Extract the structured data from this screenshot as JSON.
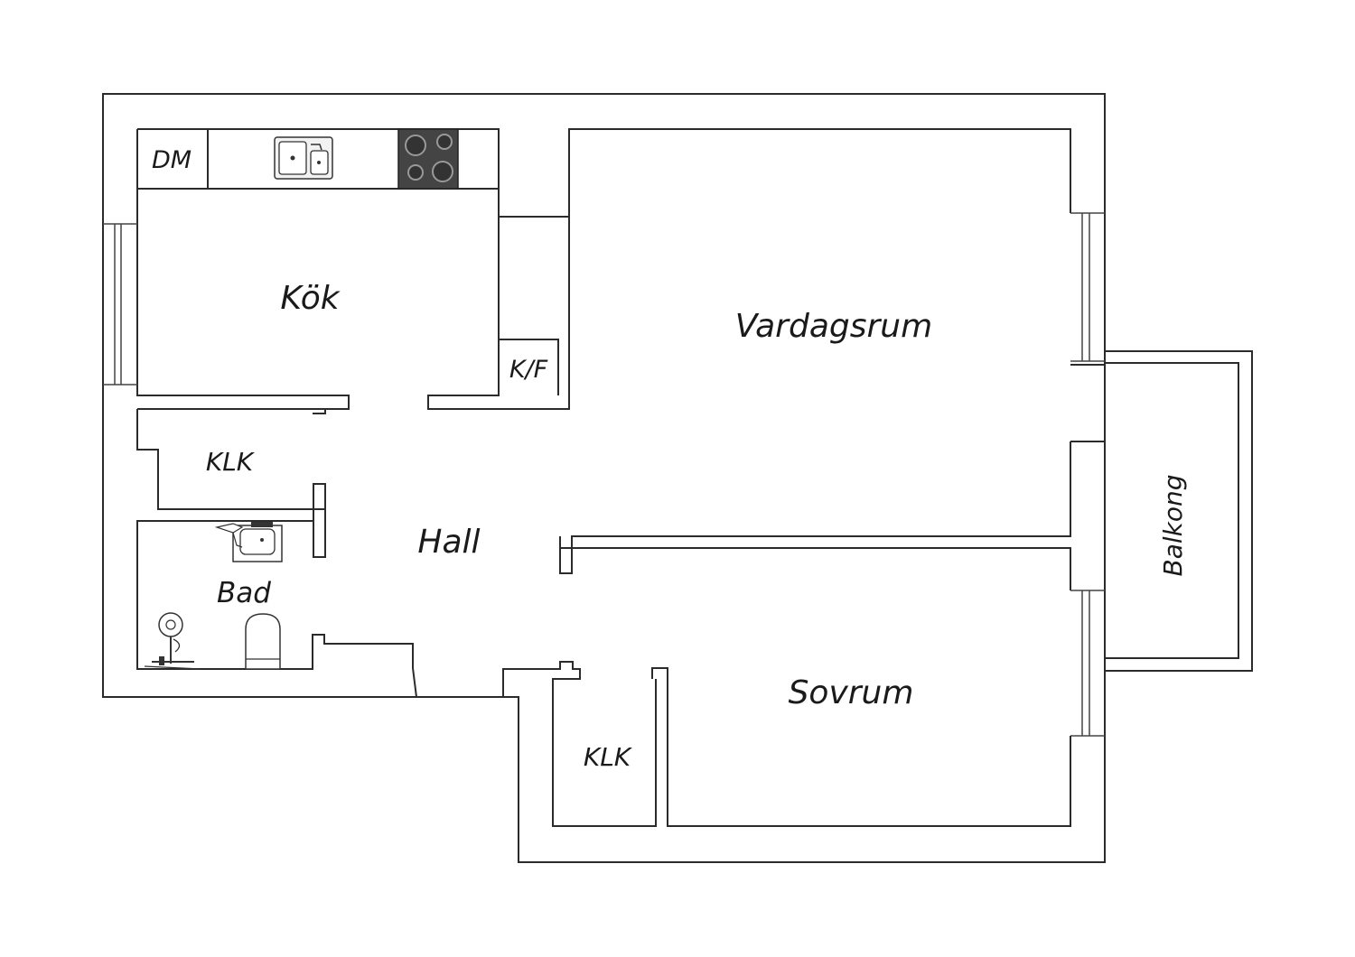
{
  "floorplan": {
    "rooms": {
      "kitchen": "Kök",
      "living_room": "Vardagsrum",
      "hall": "Hall",
      "bathroom": "Bad",
      "bedroom": "Sovrum",
      "balcony": "Balkong",
      "closet_hall": "KLK",
      "closet_bedroom": "KLK"
    },
    "fixtures": {
      "dishwasher": "DM",
      "fridge_freezer": "K/F"
    },
    "colors": {
      "wall": "#2b2b2b",
      "stove": "#444444",
      "background": "#ffffff"
    }
  }
}
